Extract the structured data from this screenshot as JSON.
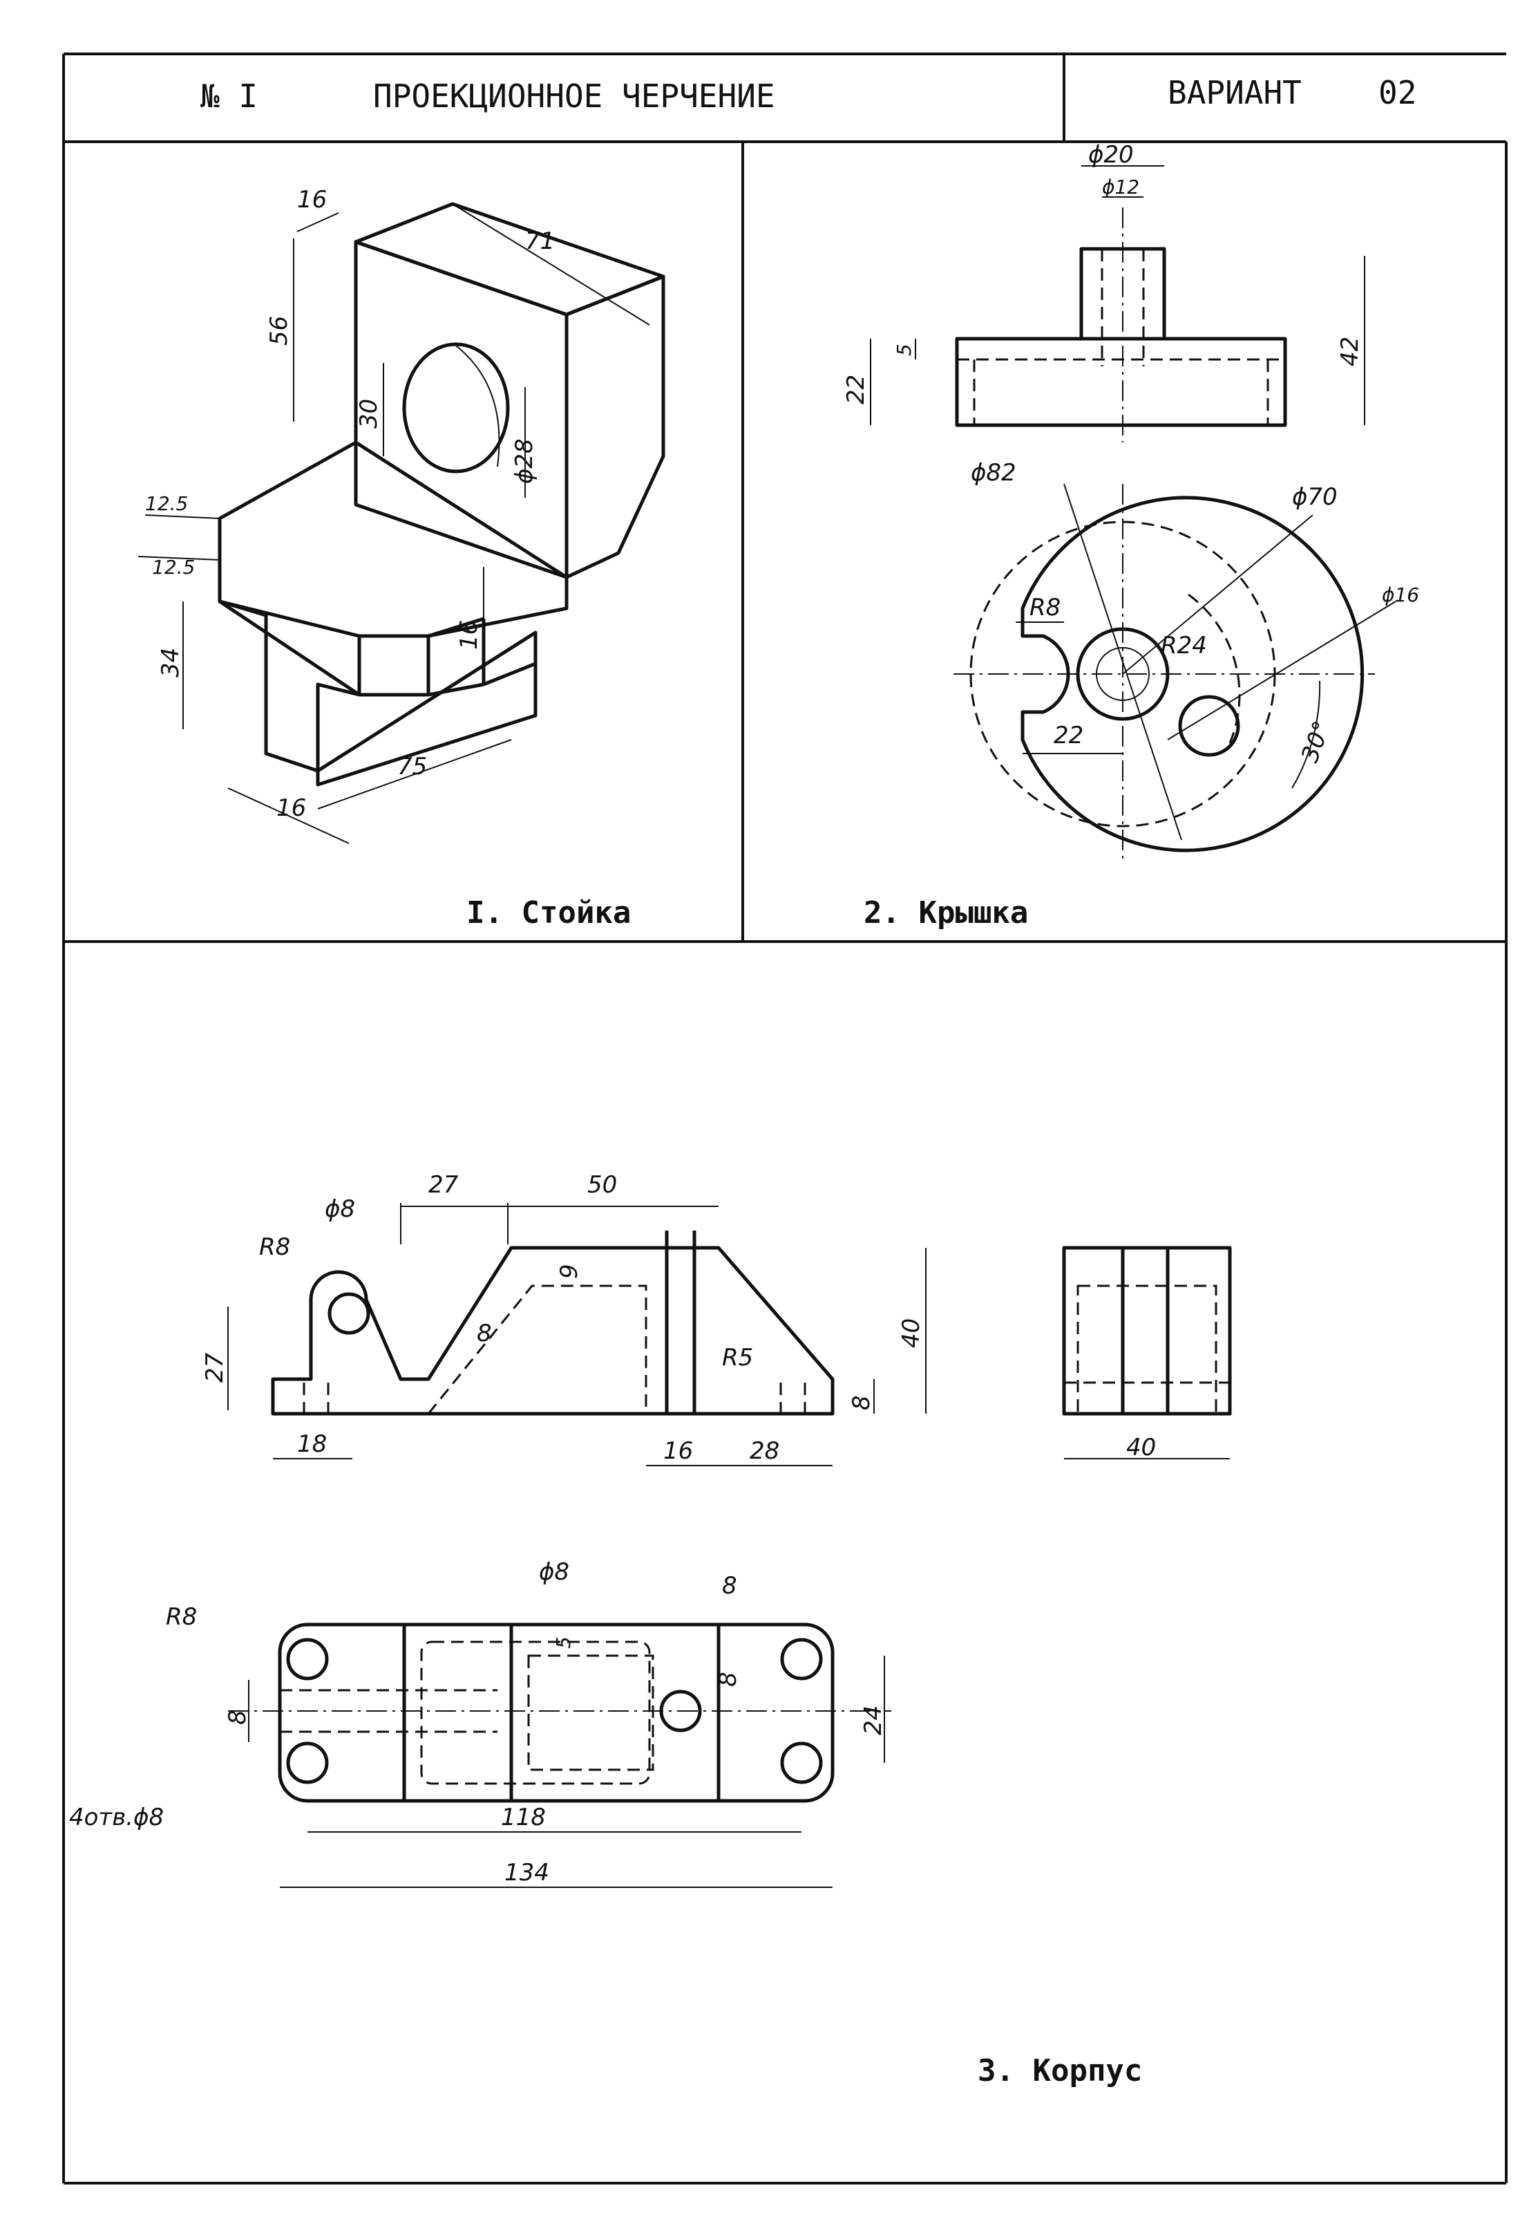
{
  "header": {
    "number": "№ I",
    "title": "ПРОЕКЦИОННОЕ ЧЕРЧЕНИЕ",
    "variant_label": "ВАРИАНТ",
    "variant_value": "02"
  },
  "parts": {
    "part1": {
      "label": "I. Стойка"
    },
    "part2": {
      "label": "2. Крышка"
    },
    "part3": {
      "label": "3. Корпус"
    }
  },
  "dims": {
    "p1": [
      "16",
      "71",
      "56",
      "30",
      "ϕ28",
      "12.5",
      "12.5",
      "34",
      "16",
      "75",
      "16"
    ],
    "p2": [
      "ϕ20",
      "ϕ12",
      "42",
      "5",
      "22",
      "ϕ82",
      "ϕ70",
      "R8",
      "R24",
      "ϕ16",
      "22",
      "30°"
    ],
    "p3_front": [
      "27",
      "50",
      "ϕ8",
      "R8",
      "9",
      "8",
      "27",
      "40",
      "R5",
      "8",
      "18",
      "16",
      "28"
    ],
    "p3_side": [
      "40"
    ],
    "p3_top": [
      "ϕ8",
      "8",
      "R8",
      "5",
      "8",
      "8",
      "24",
      "4отв.ϕ8",
      "118",
      "134"
    ]
  }
}
